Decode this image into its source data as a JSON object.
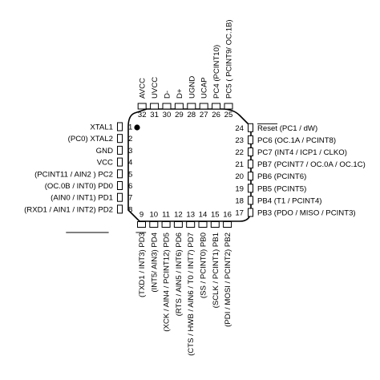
{
  "package": {
    "pin1_marker": "filled-dot"
  },
  "pins": {
    "left": [
      {
        "num": "1",
        "label": "XTAL1"
      },
      {
        "num": "2",
        "label": "(PC0) XTAL2"
      },
      {
        "num": "3",
        "label": "GND"
      },
      {
        "num": "4",
        "label": "VCC"
      },
      {
        "num": "5",
        "label": "(PCINT11 / AIN2 ) PC2"
      },
      {
        "num": "6",
        "label": "(OC.0B / INT0) PD0"
      },
      {
        "num": "7",
        "label": "(AIN0 / INT1) PD1"
      },
      {
        "num": "8",
        "label": "(RXD1 / AIN1 / INT2) PD2"
      }
    ],
    "bottom": [
      {
        "num": "9",
        "label": "(TXD1 / INT3) PD3"
      },
      {
        "num": "10",
        "label": "(INT5/ AIN3) PD4"
      },
      {
        "num": "11",
        "label": "(XCK / AIN4 / PCINT12) PD5"
      },
      {
        "num": "12",
        "label": "(RTS / AIN5 / INT6) PD6",
        "overline": "RTS"
      },
      {
        "num": "13",
        "label": "(CTS / HWB / AIN6 / T0 / INT7) PD7",
        "overline": "CTS / HWB"
      },
      {
        "num": "14",
        "label": "(SS / PCINT0) PB0",
        "overline": "SS"
      },
      {
        "num": "15",
        "label": "(SCLK / PCINT1) PB1"
      },
      {
        "num": "16",
        "label": "(PDI / MOSI / PCINT2) PB2"
      }
    ],
    "right": [
      {
        "num": "17",
        "label": "PB3 (PDO / MISO / PCINT3)"
      },
      {
        "num": "18",
        "label": "PB4 (T1 / PCINT4)"
      },
      {
        "num": "19",
        "label": "PB5 (PCINT5)"
      },
      {
        "num": "20",
        "label": "PB6 (PCINT6)"
      },
      {
        "num": "21",
        "label": "PB7 (PCINT7 / OC.0A / OC.1C)"
      },
      {
        "num": "22",
        "label": "PC7 (INT4 / ICP1 / CLKO)"
      },
      {
        "num": "23",
        "label": "PC6 (OC.1A / PCINT8)"
      },
      {
        "num": "24",
        "label": "Reset (PC1 / dW)",
        "overline": "Reset"
      }
    ],
    "top": [
      {
        "num": "25",
        "label": "PC5 ( PCINT9/ OC.1B)"
      },
      {
        "num": "26",
        "label": "PC4 (PCINT10)"
      },
      {
        "num": "27",
        "label": "UCAP"
      },
      {
        "num": "28",
        "label": "UGND"
      },
      {
        "num": "29",
        "label": "D+"
      },
      {
        "num": "30",
        "label": "D-"
      },
      {
        "num": "31",
        "label": "UVCC"
      },
      {
        "num": "32",
        "label": "AVCC"
      }
    ]
  }
}
